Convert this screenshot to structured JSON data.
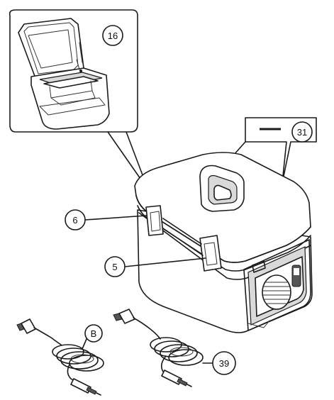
{
  "callouts": {
    "c16": "16",
    "c31": "31",
    "c6": "6",
    "c5": "5",
    "cB": "B",
    "c39": "39"
  },
  "colors": {
    "line": "#1a1a1a",
    "shade": "#d9d9d9",
    "background": "#ffffff"
  },
  "icons": [
    "cooler-box-drawing",
    "open-cooler-inset-drawing",
    "power-cord-drawing"
  ]
}
